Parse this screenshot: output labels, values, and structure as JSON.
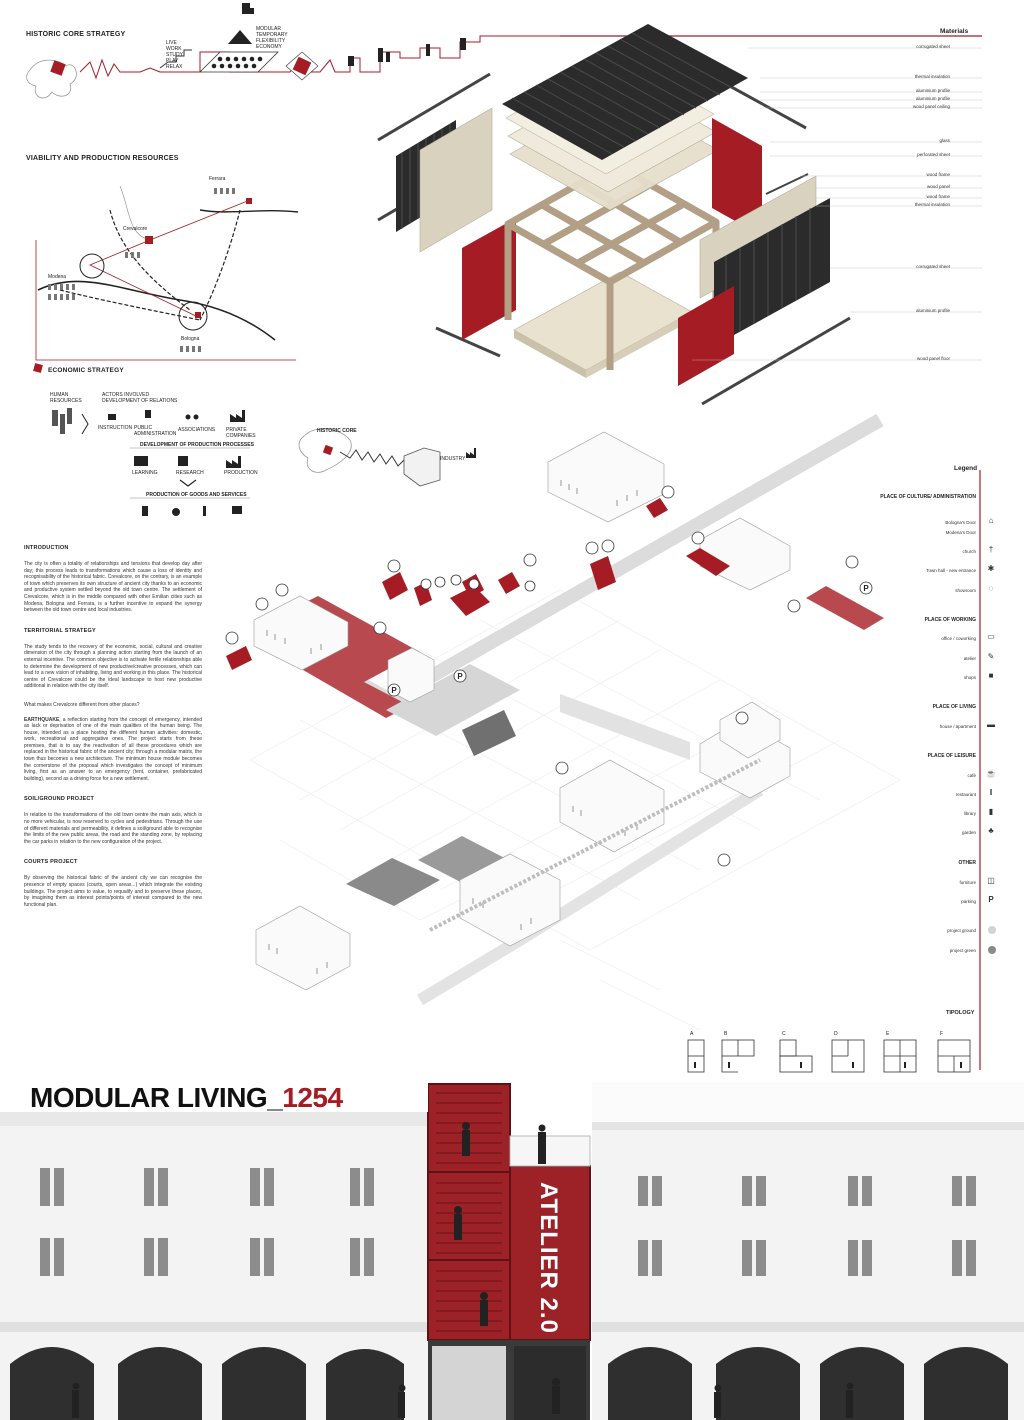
{
  "hcs": {
    "title": "HISTORIC CORE STRATEGY",
    "life_labels": [
      "LIVE",
      "WORK",
      "STUDY",
      "PLAY",
      "RELAX"
    ],
    "modular_labels": [
      "MODULAR",
      "TEMPORARY",
      "FLEXIBILITY",
      "ECONOMY"
    ]
  },
  "viability": {
    "title": "VIABILITY AND PRODUCTION RESOURCES",
    "cities": [
      "Ferrara",
      "Crevalcore",
      "Modena",
      "Bologna"
    ]
  },
  "economic": {
    "title": "ECONOMIC STRATEGY",
    "human_resources": "HUMAN RESOURCES",
    "actors": "ACTORS INVOLVED DEVELOPMENT OF RELATIONS",
    "actor_items": [
      "INSTRUCTION",
      "PUBLIC ADMINISTRATION",
      "ASSOCIATIONS",
      "PRIVATE COMPANIES"
    ],
    "dev_title": "DEVELOPMENT OF PRODUCTION PROCESSES",
    "dev_items": [
      "LEARNING",
      "RESEARCH",
      "PRODUCTION"
    ],
    "goods_title": "PRODUCTION OF GOODS AND SERVICES"
  },
  "flow": {
    "historic_core": "HISTORIC CORE",
    "industry": "INDUSTRY"
  },
  "materials": {
    "title": "Materials",
    "items": [
      "corrugated sheet",
      "thermal insulation",
      "aluminium profile",
      "aluminium profile",
      "wood panel ceiling",
      "glass",
      "perforated sheet",
      "wood frame",
      "wood panel",
      "wood frame",
      "thermal insulation",
      "corrugated sheet",
      "aluminium profile",
      "wood panel floor"
    ]
  },
  "text": {
    "intro_title": "INTRODUCTION",
    "intro": "The city is often a totality of relationships and tensions that develop day after day; this process leads to transformations which cause a loss of identity and recognisability of the historical fabric. Crevalcore, on the contrary, is an example of town which preserves its own structure of ancient city thanks to an economic and productive system settled beyond the old town centre. The settlement of Crevalcore, which is in the middle compared with other Emilian cities such as Modena, Bologna and Ferrara, is a further incentive to expand the synergy between the old town centre and local industries.",
    "territorial_title": "TERRITORIAL STRATEGY",
    "territorial": "The study tends to the recovery of the economic, social, cultural and creative dimension of the city through a planning action starting from the launch of an external incentive. The common objective is to activate fertile relationships able to determine the development of new productive/creative processes, which can lead to a new vision of inhabiting, living and working in this place. The historical centre of Crevalcore could be the ideal landscape to host new productive additional in relation with the city itself.",
    "question": "What makes Crevalcore different from other places?",
    "earthquake_word": "EARTHQUAKE",
    "earthquake": ", a reflection starting from the concept of emergency, intended as lack or deprivation of one of the main qualities of the human being. The house, intended as a place hosting the different human activities: domestic, work, recreational and aggregative ones. The project starts from these premises, that is to say the reactivation of all these procedures which are replaced in the historical fabric of the ancient city; through a modular matrix, the town thus becomes a new architecture. The minimum house module becomes the cornerstone of the proposal which investigates the concept of minimum living, first as an answer to an emergency (tent, container, prefabricated building), second as a driving force for a new settlement.",
    "soil_title": "SOIL/GROUND PROJECT",
    "soil": "In relation to the transformations of the old town centre the main axis, which is no more vehicular, is now reserved to cycles and pedestrians. Through the use of different materials and permeability, it defines a soil/ground able to recognise the limits of the new public areas, the road and the standing zone, by replacing the car parks in relation to the new configuration of the project.",
    "courts_title": "COURTS PROJECT",
    "courts": "By observing the historical fabric of the ancient city we can recognise the presence of empty spaces (courts, open areas...) which integrate the existing buildings. The project aims to value, to requalify and to preserve these places, by imagining them as interest points/points of interest compared to the new functional plan."
  },
  "legend": {
    "title": "Legend",
    "sections": [
      {
        "heading": "PLACE OF CULTURE/ ADMINISTRATION",
        "items": [
          "Bologna's Door",
          "Modena's Door",
          "church",
          "Town hall - new entrance",
          "showroom"
        ]
      },
      {
        "heading": "PLACE OF WORKING",
        "items": [
          "office / coworking",
          "atelier",
          "shops"
        ]
      },
      {
        "heading": "PLACE OF LIVING",
        "items": [
          "house / apartment"
        ]
      },
      {
        "heading": "PLACE OF LEISURE",
        "items": [
          "cafè",
          "restaurant",
          "library",
          "garden"
        ]
      },
      {
        "heading": "OTHER",
        "items": [
          "furniture",
          "parking",
          "project ground",
          "project green"
        ]
      }
    ]
  },
  "tipology": {
    "title": "TIPOLOGY",
    "letters": [
      "A",
      "B",
      "C",
      "D",
      "E",
      "F"
    ]
  },
  "banner": {
    "title_a": "MODULAR LIVING_",
    "title_b": "1254",
    "atelier": "ATELIER 2.0"
  },
  "colors": {
    "accent": "#a51c24",
    "dark": "#2b2b2b",
    "grey": "#8a8a8a"
  }
}
